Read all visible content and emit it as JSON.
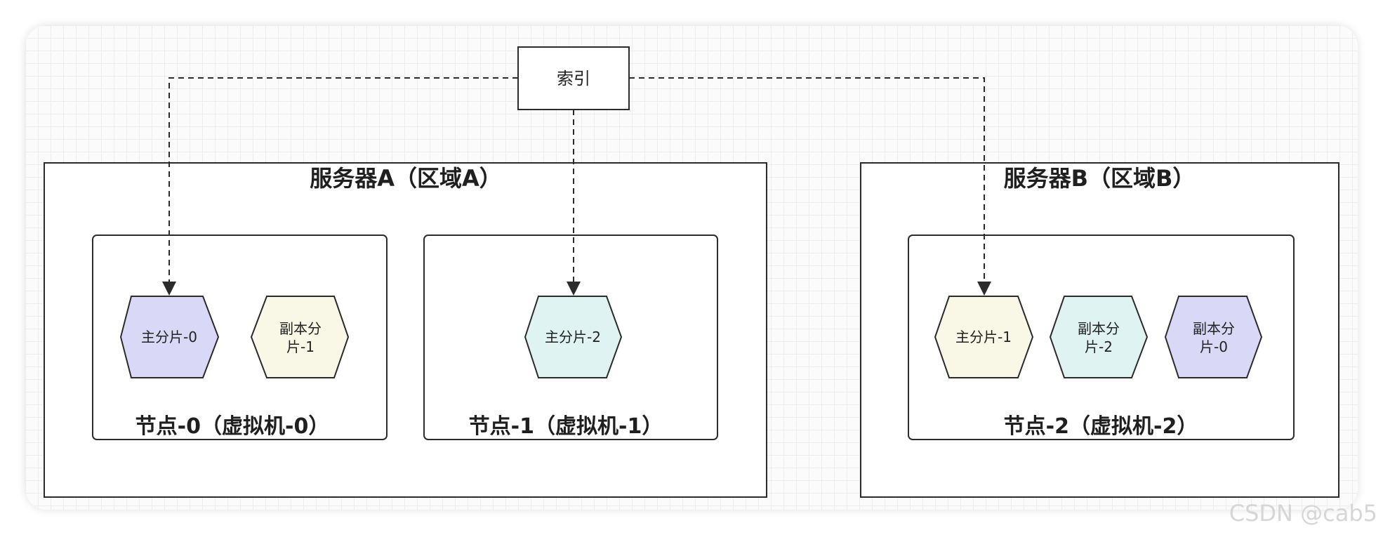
{
  "index": {
    "label": "索引"
  },
  "servers": [
    {
      "title": "服务器A（区域A）",
      "nodes": [
        {
          "title": "节点-0（虚拟机-0）",
          "shards": [
            {
              "lines": [
                "主分片-0"
              ],
              "color": "#d9d9f7"
            },
            {
              "lines": [
                "副本分",
                "片-1"
              ],
              "color": "#f9f7e6"
            }
          ]
        },
        {
          "title": "节点-1（虚拟机-1）",
          "shards": [
            {
              "lines": [
                "主分片-2"
              ],
              "color": "#dff3f3"
            }
          ]
        }
      ]
    },
    {
      "title": "服务器B（区域B）",
      "nodes": [
        {
          "title": "节点-2（虚拟机-2）",
          "shards": [
            {
              "lines": [
                "主分片-1"
              ],
              "color": "#f9f7e6"
            },
            {
              "lines": [
                "副本分",
                "片-2"
              ],
              "color": "#dff3f3"
            },
            {
              "lines": [
                "副本分",
                "片-0"
              ],
              "color": "#d9d9f7"
            }
          ]
        }
      ]
    }
  ],
  "watermark": "CSDN @cab5",
  "colors": {
    "stroke": "#2b2b2b",
    "canvas_bg": "#fbfbfb"
  }
}
